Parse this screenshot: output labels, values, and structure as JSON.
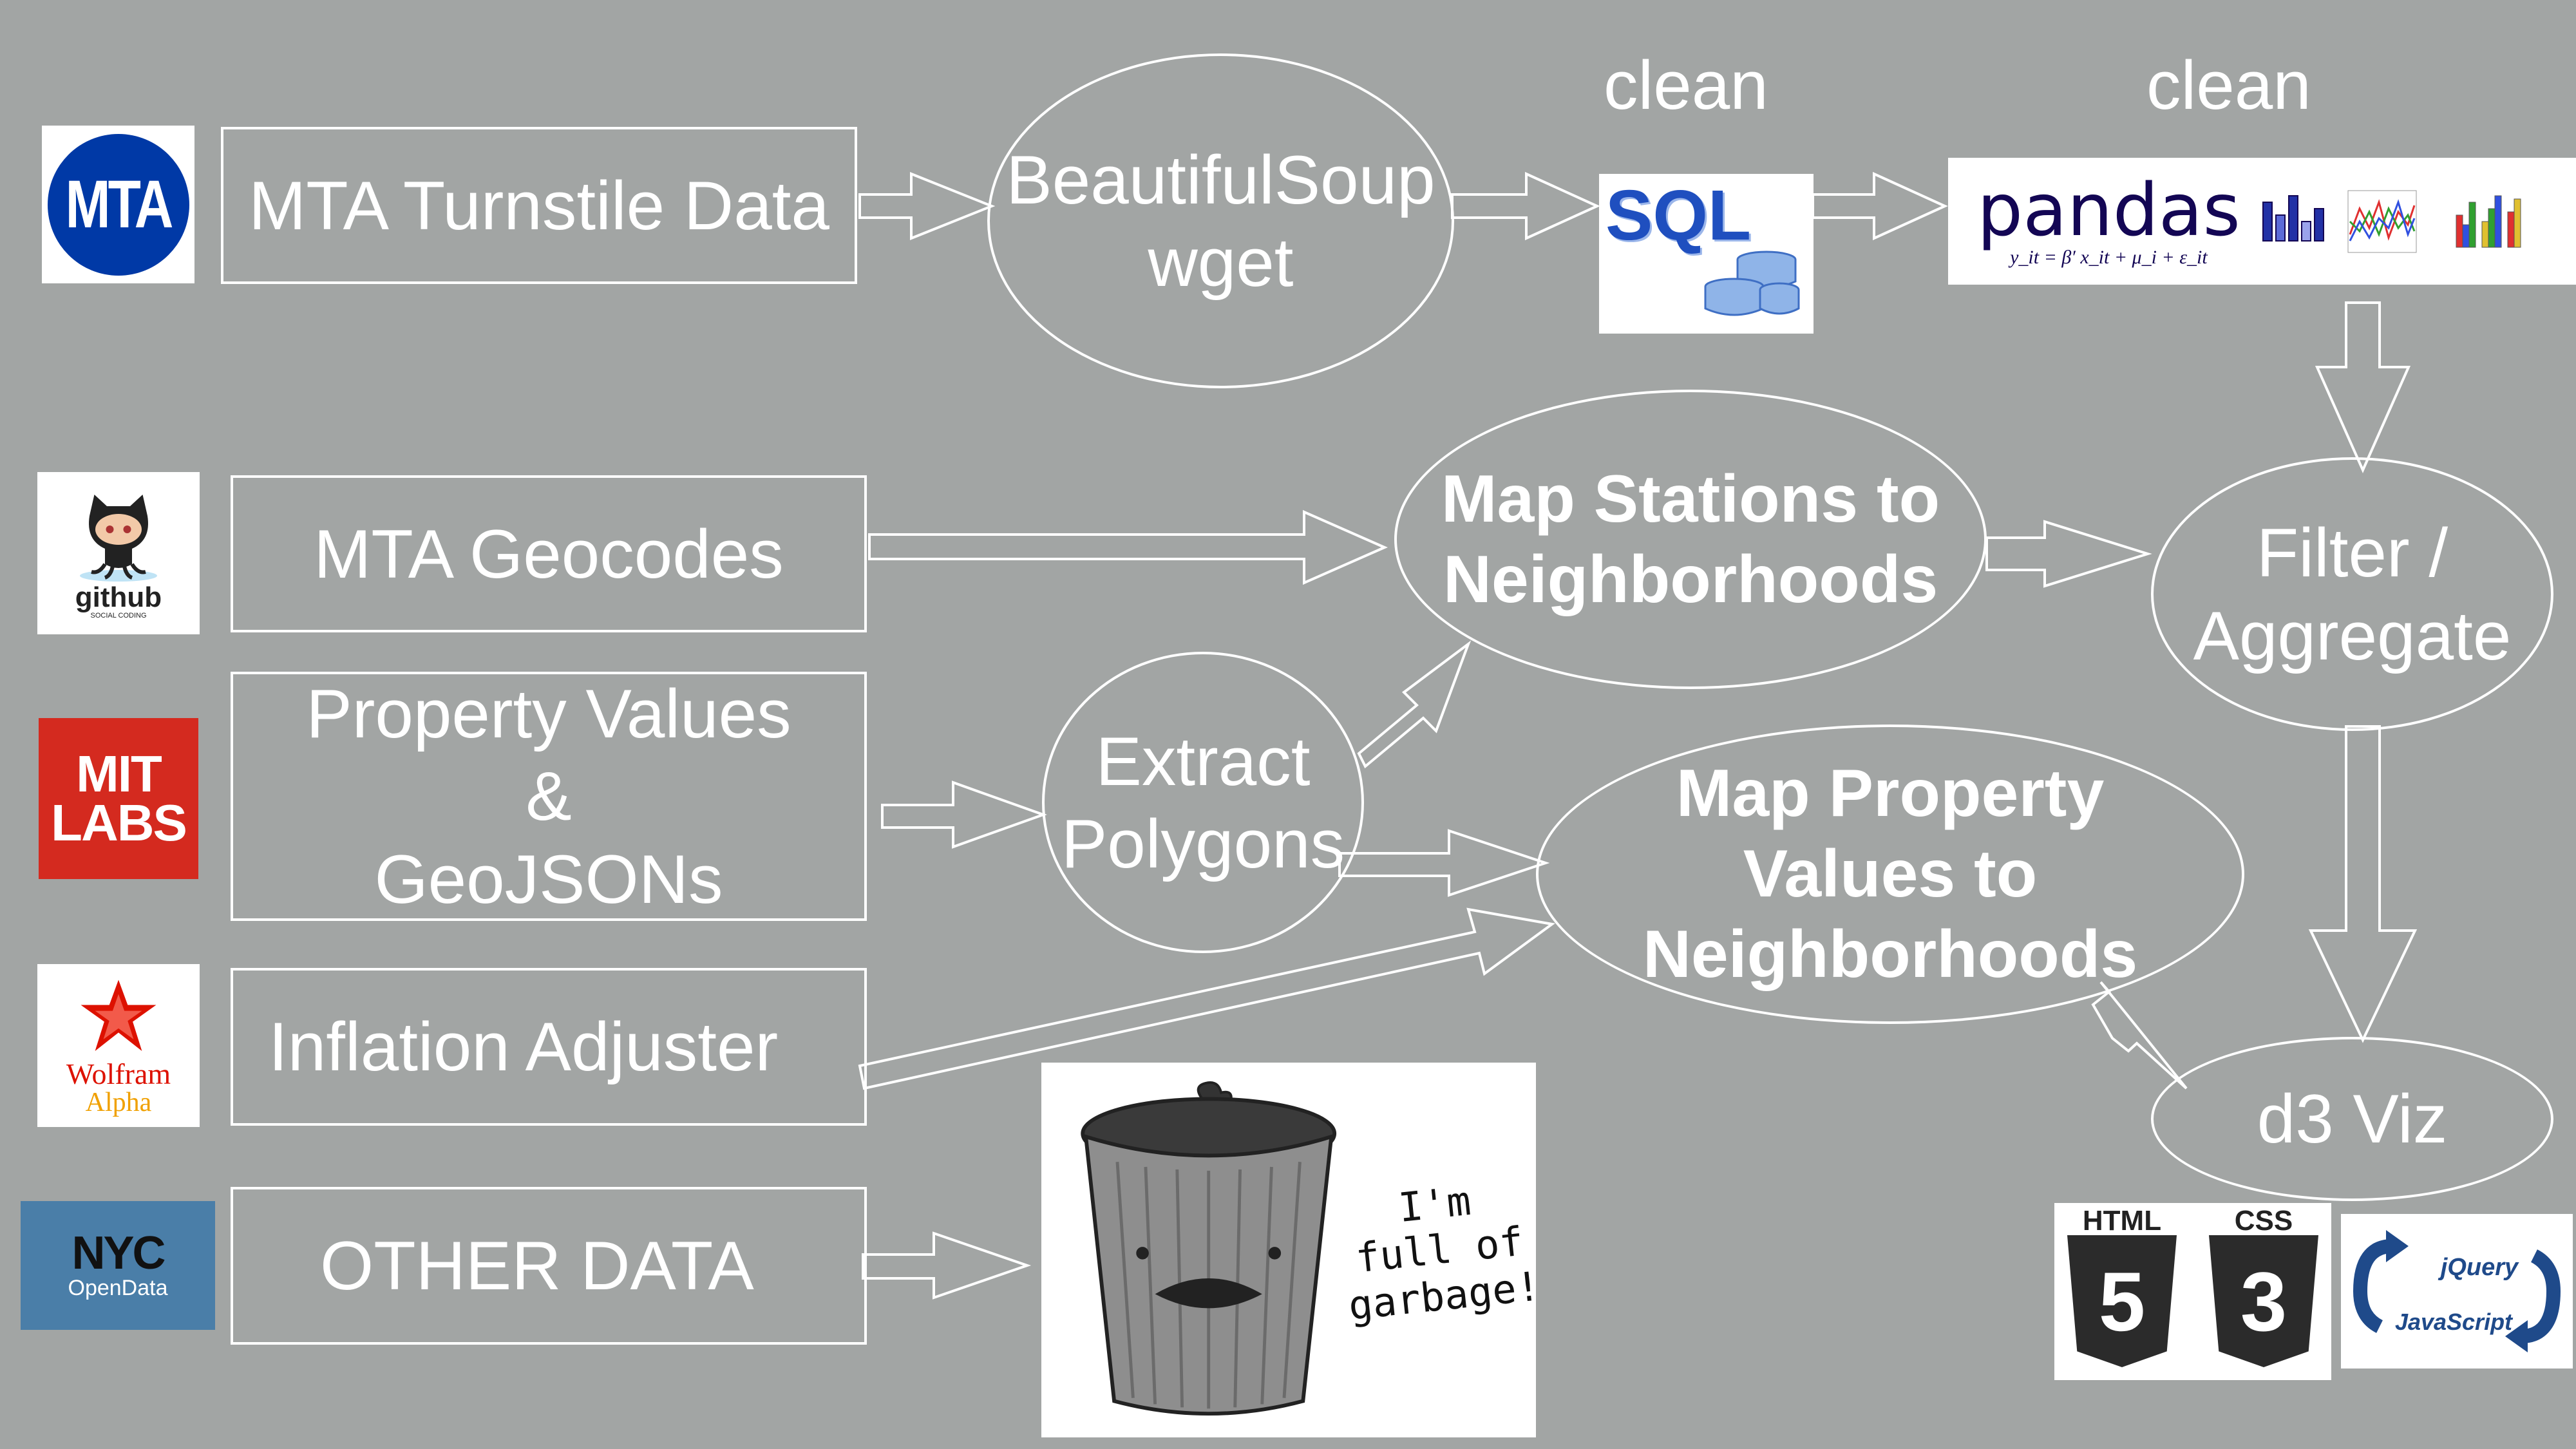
{
  "boxes": {
    "turnstile": "MTA Turnstile Data",
    "geocodes": "MTA Geocodes",
    "property_line1": "Property Values",
    "property_line2": "&",
    "property_line3": "GeoJSONs",
    "inflation": "Inflation Adjuster",
    "other": "OTHER DATA"
  },
  "nodes": {
    "beautifulsoup_line1": "BeautifulSoup",
    "beautifulsoup_line2": "wget",
    "map_stations_line1": "Map Stations to",
    "map_stations_line2": "Neighborhoods",
    "extract_line1": "Extract",
    "extract_line2": "Polygons",
    "map_property_line1": "Map Property",
    "map_property_line2": "Values to",
    "map_property_line3": "Neighborhoods",
    "filter_line1": "Filter /",
    "filter_line2": "Aggregate",
    "d3": "d3 Viz"
  },
  "labels": {
    "clean_sql": "clean",
    "clean_pandas": "clean"
  },
  "logos": {
    "mta": "MTA",
    "github": "github",
    "github_sub": "SOCIAL CODING",
    "mit_line1": "MIT",
    "mit_line2": "LABS",
    "wolfram_line1": "Wolfram",
    "wolfram_line2": "Alpha",
    "nyc": "NYC",
    "nyc_sub": "OpenData",
    "sql": "SQL",
    "pandas": "pandas",
    "pandas_formula": "y_it = β′ x_it + μ_i + ε_it",
    "html5": "HTML",
    "html5_num": "5",
    "css3": "CSS",
    "css3_num": "3",
    "jquery": "jQuery",
    "javascript": "JavaScript",
    "garbage_line1": "I'm",
    "garbage_line2": "full of",
    "garbage_line3": "garbage!"
  },
  "colors": {
    "background": "#a2a5a4",
    "stroke": "#ffffff",
    "mta_blue": "#0039a6",
    "mit_red": "#d42a1f",
    "sql_blue": "#1f4fbf",
    "html_dark": "#2b2b2b"
  }
}
